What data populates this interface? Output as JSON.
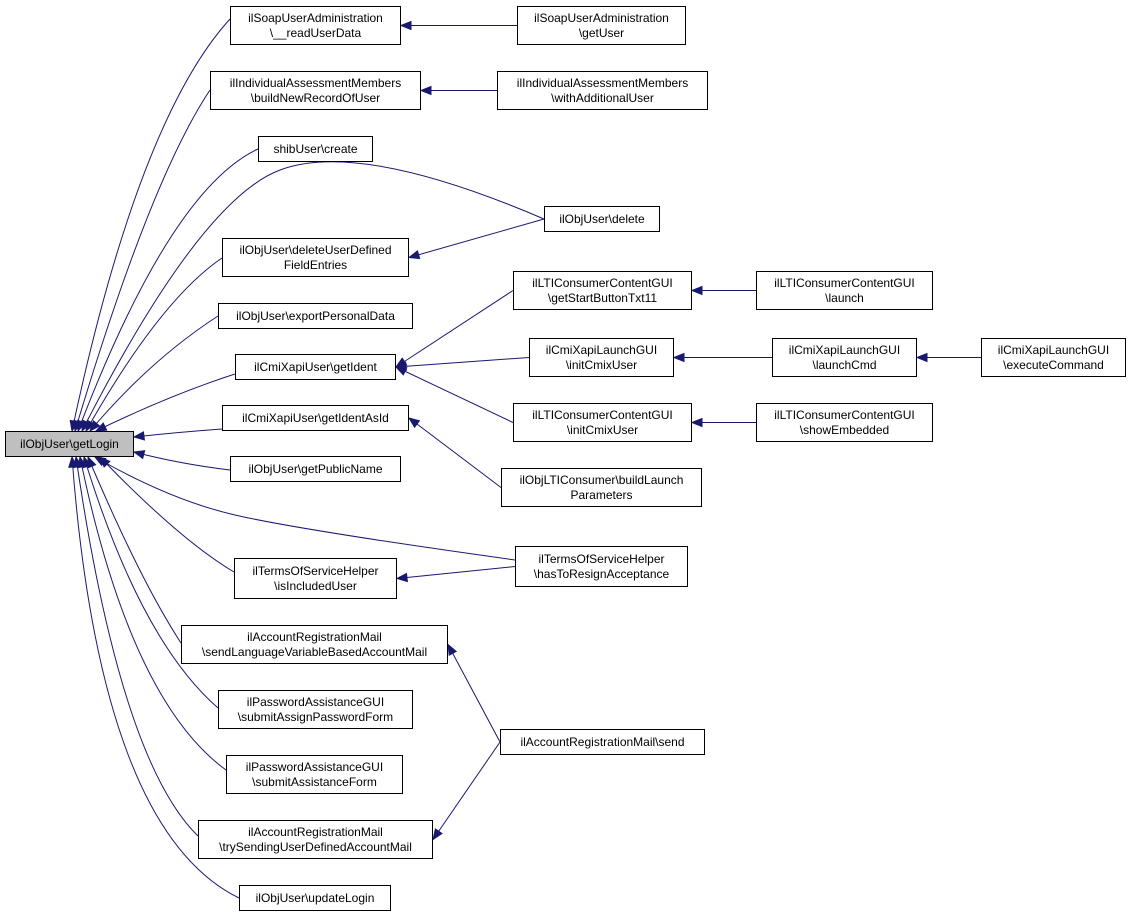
{
  "diagram": {
    "edge_color": "#191970",
    "nodes": [
      {
        "id": "root",
        "lines": [
          "ilObjUser\\getLogin"
        ],
        "root": true
      },
      {
        "id": "soap_read",
        "lines": [
          "ilSoapUserAdministration",
          "\\__readUserData"
        ]
      },
      {
        "id": "soap_get",
        "lines": [
          "ilSoapUserAdministration",
          "\\getUser"
        ]
      },
      {
        "id": "iam_build",
        "lines": [
          "ilIndividualAssessmentMembers",
          "\\buildNewRecordOfUser"
        ]
      },
      {
        "id": "iam_with",
        "lines": [
          "ilIndividualAssessmentMembers",
          "\\withAdditionalUser"
        ]
      },
      {
        "id": "shib",
        "lines": [
          "shibUser\\create"
        ]
      },
      {
        "id": "obj_delete",
        "lines": [
          "ilObjUser\\delete"
        ]
      },
      {
        "id": "obj_deleteudf",
        "lines": [
          "ilObjUser\\deleteUserDefined",
          "FieldEntries"
        ]
      },
      {
        "id": "obj_export",
        "lines": [
          "ilObjUser\\exportPersonalData"
        ]
      },
      {
        "id": "lti_start",
        "lines": [
          "ilLTIConsumerContentGUI",
          "\\getStartButtonTxt11"
        ]
      },
      {
        "id": "lti_launch",
        "lines": [
          "ilLTIConsumerContentGUI",
          "\\launch"
        ]
      },
      {
        "id": "cmix_getident",
        "lines": [
          "ilCmiXapiUser\\getIdent"
        ]
      },
      {
        "id": "cmix_init",
        "lines": [
          "ilCmiXapiLaunchGUI",
          "\\initCmixUser"
        ]
      },
      {
        "id": "cmix_launchcmd",
        "lines": [
          "ilCmiXapiLaunchGUI",
          "\\launchCmd"
        ]
      },
      {
        "id": "cmix_exec",
        "lines": [
          "ilCmiXapiLaunchGUI",
          "\\executeCommand"
        ]
      },
      {
        "id": "lti_init",
        "lines": [
          "ilLTIConsumerContentGUI",
          "\\initCmixUser"
        ]
      },
      {
        "id": "lti_show",
        "lines": [
          "ilLTIConsumerContentGUI",
          "\\showEmbedded"
        ]
      },
      {
        "id": "cmix_identasid",
        "lines": [
          "ilCmiXapiUser\\getIdentAsId"
        ]
      },
      {
        "id": "obj_lti_build",
        "lines": [
          "ilObjLTIConsumer\\buildLaunch",
          "Parameters"
        ]
      },
      {
        "id": "obj_public",
        "lines": [
          "ilObjUser\\getPublicName"
        ]
      },
      {
        "id": "tos_included",
        "lines": [
          "ilTermsOfServiceHelper",
          "\\isIncludedUser"
        ]
      },
      {
        "id": "tos_resign",
        "lines": [
          "ilTermsOfServiceHelper",
          "\\hasToResignAcceptance"
        ]
      },
      {
        "id": "arm_lang",
        "lines": [
          "ilAccountRegistrationMail",
          "\\sendLanguageVariableBasedAccountMail"
        ]
      },
      {
        "id": "pwd_assign",
        "lines": [
          "ilPasswordAssistanceGUI",
          "\\submitAssignPasswordForm"
        ]
      },
      {
        "id": "arm_send",
        "lines": [
          "ilAccountRegistrationMail\\send"
        ]
      },
      {
        "id": "pwd_assist",
        "lines": [
          "ilPasswordAssistanceGUI",
          "\\submitAssistanceForm"
        ]
      },
      {
        "id": "arm_try",
        "lines": [
          "ilAccountRegistrationMail",
          "\\trySendingUserDefinedAccountMail"
        ]
      },
      {
        "id": "obj_update",
        "lines": [
          "ilObjUser\\updateLogin"
        ]
      }
    ],
    "edges": [
      {
        "from": "soap_read",
        "to": "root"
      },
      {
        "from": "iam_build",
        "to": "root"
      },
      {
        "from": "shib",
        "to": "root"
      },
      {
        "from": "obj_delete",
        "to": "root"
      },
      {
        "from": "obj_deleteudf",
        "to": "root"
      },
      {
        "from": "obj_export",
        "to": "root"
      },
      {
        "from": "cmix_getident",
        "to": "root"
      },
      {
        "from": "cmix_identasid",
        "to": "root"
      },
      {
        "from": "obj_public",
        "to": "root"
      },
      {
        "from": "tos_included",
        "to": "root"
      },
      {
        "from": "tos_resign",
        "to": "root"
      },
      {
        "from": "arm_lang",
        "to": "root"
      },
      {
        "from": "pwd_assign",
        "to": "root"
      },
      {
        "from": "pwd_assist",
        "to": "root"
      },
      {
        "from": "arm_try",
        "to": "root"
      },
      {
        "from": "obj_update",
        "to": "root"
      },
      {
        "from": "soap_get",
        "to": "soap_read"
      },
      {
        "from": "iam_with",
        "to": "iam_build"
      },
      {
        "from": "obj_delete",
        "to": "obj_deleteudf"
      },
      {
        "from": "lti_start",
        "to": "cmix_getident"
      },
      {
        "from": "cmix_init",
        "to": "cmix_getident"
      },
      {
        "from": "lti_init",
        "to": "cmix_getident"
      },
      {
        "from": "lti_launch",
        "to": "lti_start"
      },
      {
        "from": "cmix_launchcmd",
        "to": "cmix_init"
      },
      {
        "from": "cmix_exec",
        "to": "cmix_launchcmd"
      },
      {
        "from": "lti_show",
        "to": "lti_init"
      },
      {
        "from": "obj_lti_build",
        "to": "cmix_identasid"
      },
      {
        "from": "tos_resign",
        "to": "tos_included"
      },
      {
        "from": "arm_send",
        "to": "arm_lang"
      },
      {
        "from": "arm_send",
        "to": "arm_try"
      }
    ]
  }
}
